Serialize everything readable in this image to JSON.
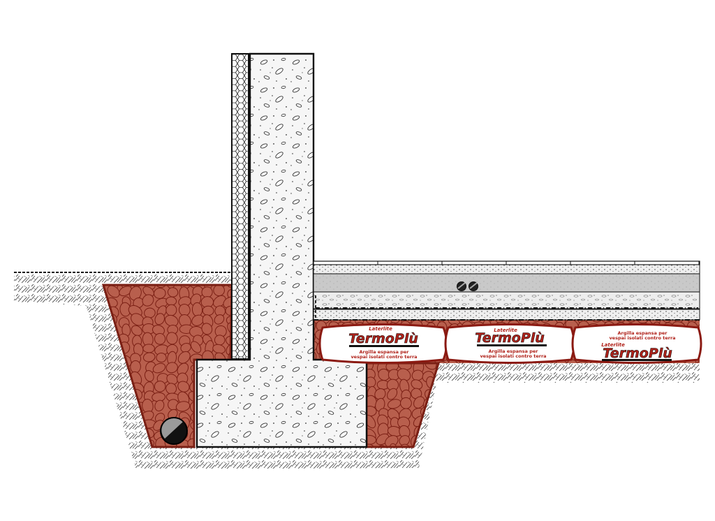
{
  "colors": {
    "background": "#ffffff",
    "gravel_fill": "#b85f4d",
    "gravel_stroke": "#7a1f14",
    "concrete": "#f4f4f4",
    "screed_light": "#ececec",
    "screed_mid": "#c8c8c8",
    "soil_hatch": "#555555",
    "bag_fill": "#ffffff",
    "bag_stroke": "#8b1a12",
    "brand_red": "#b0221a",
    "line": "#111111"
  },
  "icons": [
    "drain-pipe-icon",
    "floor-pipes-icon"
  ],
  "bags": [
    {
      "brand": "TermoPlù",
      "maker": "Laterlite",
      "caption_line1": "Argilla espansa per",
      "caption_line2": "vespai isolati contro terra"
    },
    {
      "brand": "TermoPlù",
      "maker": "Laterlite",
      "caption_line1": "Argilla espansa per",
      "caption_line2": "vespai isolati contro terra"
    },
    {
      "brand": "TermoPlù",
      "maker": "Laterlite",
      "caption_line1": "Argilla espansa per",
      "caption_line2": "vespai isolati contro terra"
    }
  ]
}
